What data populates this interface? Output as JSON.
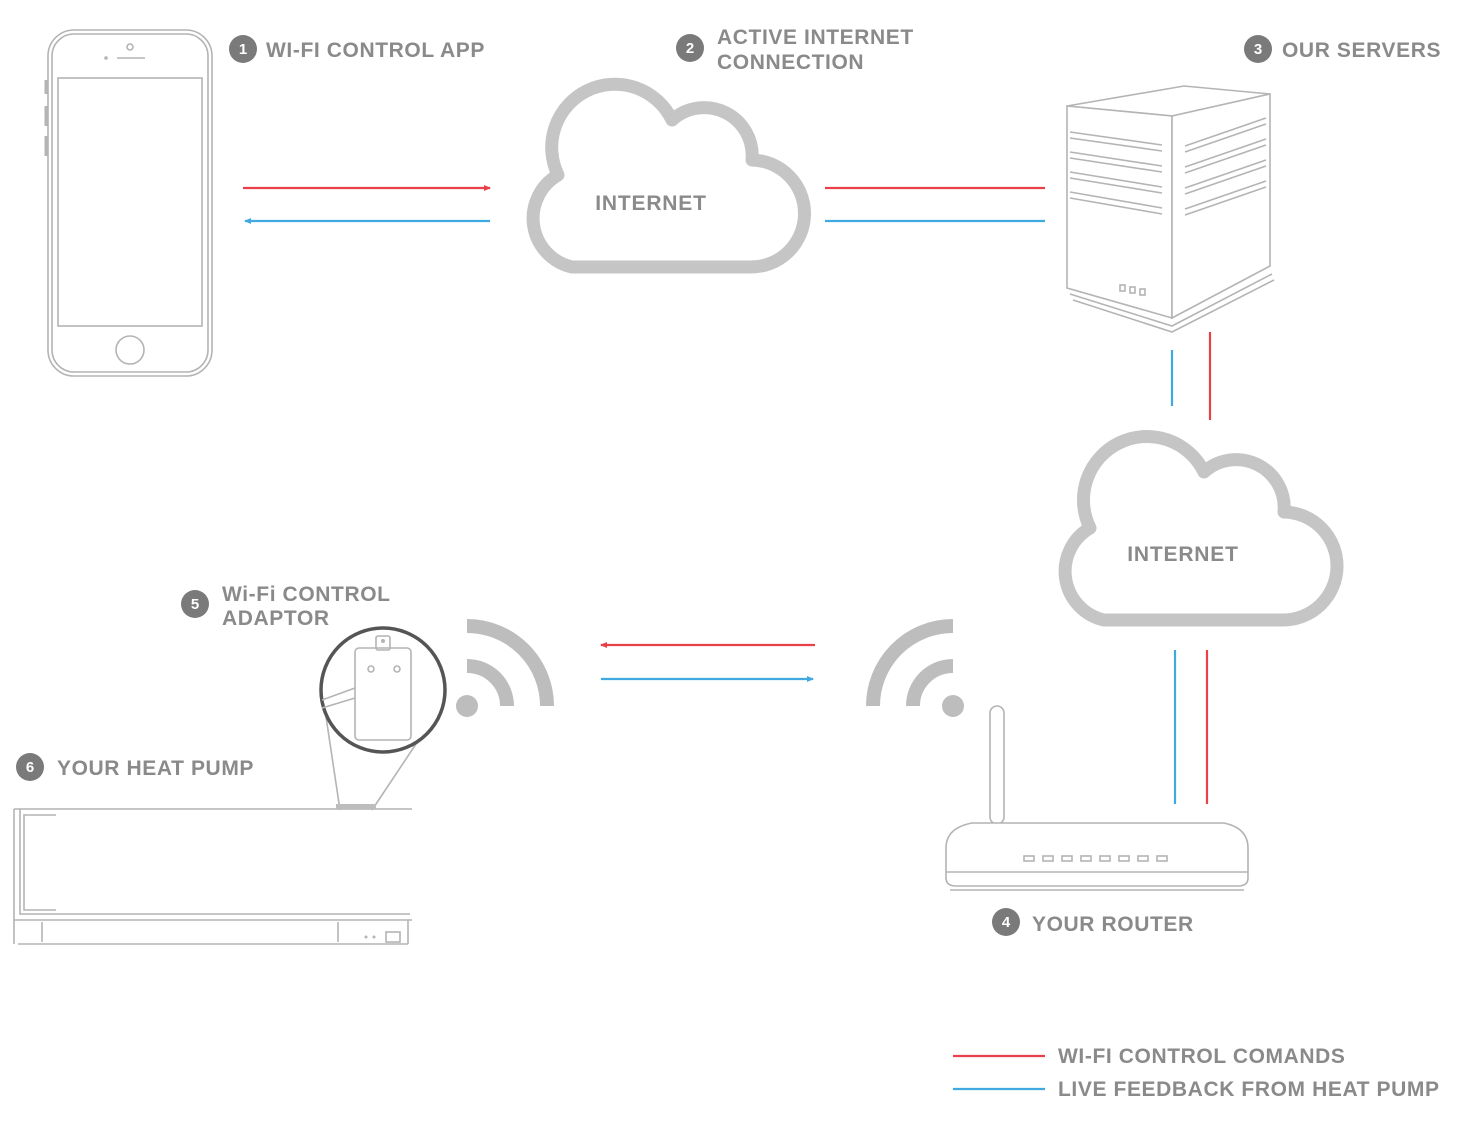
{
  "steps": [
    {
      "number": "1",
      "label": "WI-FI CONTROL APP"
    },
    {
      "number": "2",
      "label_line1": "ACTIVE INTERNET",
      "label_line2": "CONNECTION"
    },
    {
      "number": "3",
      "label": "OUR SERVERS"
    },
    {
      "number": "4",
      "label": "YOUR ROUTER"
    },
    {
      "number": "5",
      "label_line1": "Wi-Fi CONTROL",
      "label_line2": "ADAPTOR"
    },
    {
      "number": "6",
      "label": "YOUR HEAT PUMP"
    }
  ],
  "clouds": [
    {
      "label": "INTERNET"
    },
    {
      "label": "INTERNET"
    }
  ],
  "legend": [
    {
      "label": "WI-FI CONTROL COMANDS",
      "color": "#e8414a"
    },
    {
      "label": "LIVE FEEDBACK FROM HEAT PUMP",
      "color": "#3fa9e0"
    }
  ],
  "colors": {
    "commands": "#e8414a",
    "feedback": "#3fa9e0",
    "device_outline": "#b4b4b4",
    "badge": "#7a7a7a",
    "text": "#8a8a8a"
  },
  "icons": {
    "phone": "smartphone-icon",
    "cloud": "cloud-icon",
    "server": "server-icon",
    "router": "router-icon",
    "wifi": "wifi-signal-icon",
    "adaptor": "wifi-adaptor-icon",
    "heat_pump": "heat-pump-icon"
  }
}
